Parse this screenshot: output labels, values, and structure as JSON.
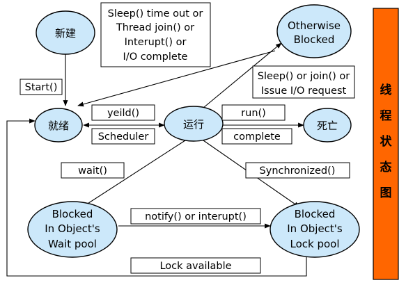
{
  "colors": {
    "state_fill": "#cce8fa",
    "sidebar_fill": "#ff6600",
    "line": "#000000"
  },
  "states": {
    "new": "新建",
    "ready": "就绪",
    "running": "运行",
    "dead": "死亡",
    "otherwise_blocked": [
      "Otherwise",
      "Blocked"
    ],
    "wait_pool": [
      "Blocked",
      "In Object's",
      "Wait pool"
    ],
    "lock_pool": [
      "Blocked",
      "In Object's",
      "Lock pool"
    ]
  },
  "transitions": {
    "sleep_timeout": [
      "Sleep() time out or",
      "Thread join() or",
      "Interupt() or",
      "I/O complete"
    ],
    "start": "Start()",
    "yield": "yeild()",
    "scheduler": "Scheduler",
    "run": "run()",
    "complete": "complete",
    "sleep_join": [
      "Sleep() or join() or",
      "Issue I/O request"
    ],
    "wait": "wait()",
    "synchronized": "Synchronized()",
    "notify": "notify() or interupt()",
    "lock_available": "Lock available"
  },
  "sidebar": {
    "title": [
      "线",
      "程",
      "状",
      "态",
      "图"
    ]
  }
}
